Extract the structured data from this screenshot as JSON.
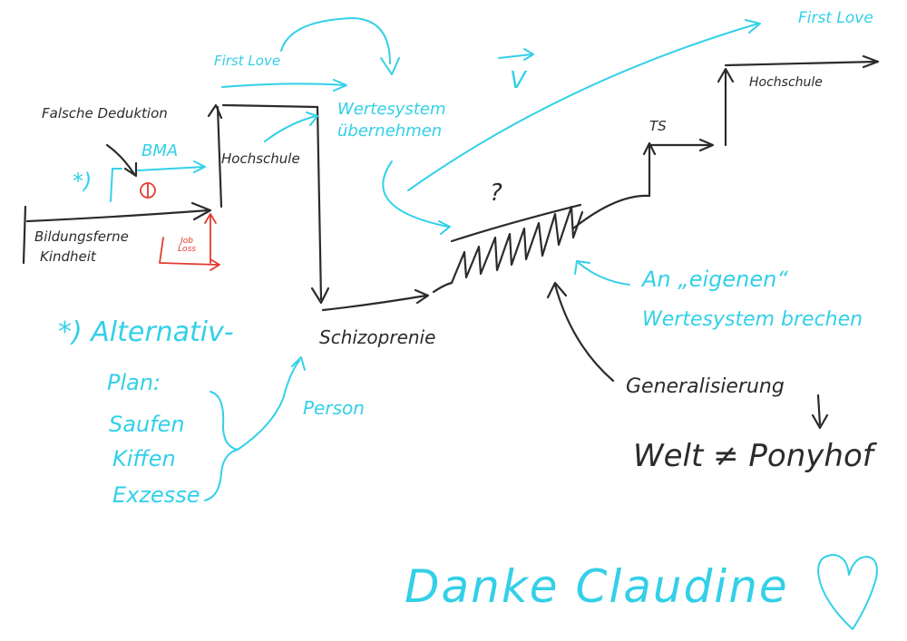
{
  "labels": {
    "first_love_top": "First Love",
    "first_love_left": "First Love",
    "v_mark": "V",
    "falsche_deduktion": "Falsche Deduktion",
    "bma": "BMA",
    "star_marker": "*)",
    "hochschule_left": "Hochschule",
    "bildungsferne_line1": "Bildungsferne",
    "bildungsferne_line2": "Kindheit",
    "job_loss": "Job Loss",
    "wertesystem_line1": "Wertesystem",
    "wertesystem_line2": "übernehmen",
    "question_mark": "?",
    "ts": "TS",
    "hochschule_right": "Hochschule",
    "eigenes_line1": "An „eigenen“",
    "eigenes_line2": "Wertesystem brechen",
    "schizophrenie": "Schizoprenie",
    "generalisierung": "Generalisierung",
    "welt_ponyhof": "Welt ≠ Ponyhof",
    "alternativ": "*) Alternativ-",
    "plan": "Plan:",
    "saufen": "Saufen",
    "kiffen": "Kiffen",
    "exzesse": "Exzesse",
    "person": "Person",
    "danke": "Danke Claudine"
  },
  "colors": {
    "dark_ink": "#2b2b2b",
    "cyan_ink": "#33d0e8",
    "red_ink": "#e23b2e",
    "background": "#ffffff"
  }
}
